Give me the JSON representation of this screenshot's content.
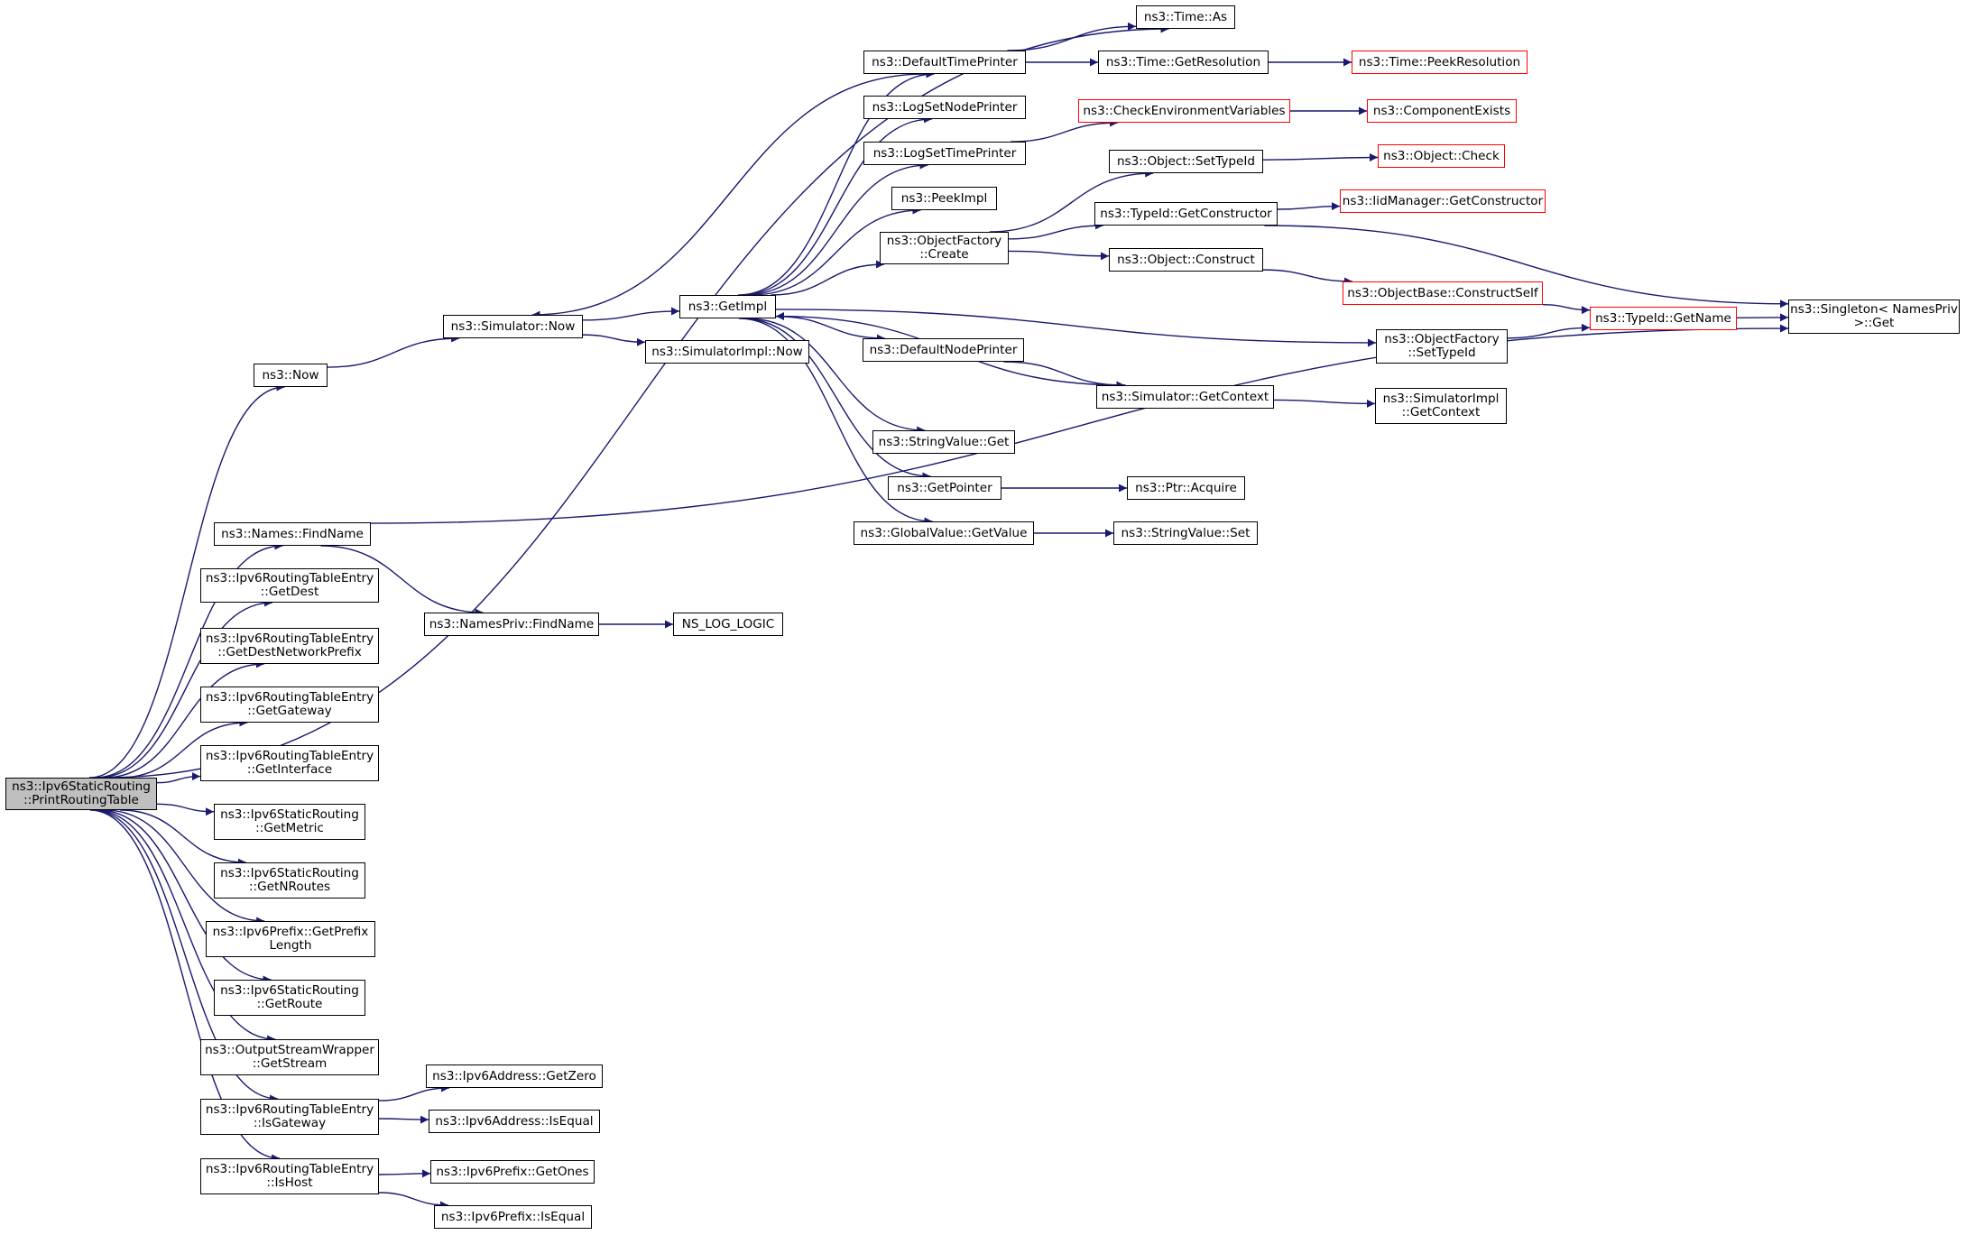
{
  "diagram": {
    "type": "call-graph",
    "colors": {
      "edge": "#191970",
      "border": "#000000",
      "truncated_border": "#ff0000",
      "root_fill": "#bfbfbf",
      "background": "#ffffff"
    },
    "nodes": [
      {
        "id": "root",
        "lines": [
          "ns3::Ipv6StaticRouting",
          "::PrintRoutingTable"
        ],
        "style": "root"
      },
      {
        "id": "time_as",
        "lines": [
          "ns3::Time::As"
        ]
      },
      {
        "id": "now",
        "lines": [
          "ns3::Now"
        ]
      },
      {
        "id": "sim_now",
        "lines": [
          "ns3::Simulator::Now"
        ]
      },
      {
        "id": "getimpl",
        "lines": [
          "ns3::GetImpl"
        ]
      },
      {
        "id": "simimpl_now",
        "lines": [
          "ns3::SimulatorImpl::Now"
        ]
      },
      {
        "id": "default_time_printer",
        "lines": [
          "ns3::DefaultTimePrinter"
        ]
      },
      {
        "id": "time_getres",
        "lines": [
          "ns3::Time::GetResolution"
        ]
      },
      {
        "id": "time_peekres",
        "lines": [
          "ns3::Time::PeekResolution"
        ],
        "style": "red"
      },
      {
        "id": "logsetnode",
        "lines": [
          "ns3::LogSetNodePrinter"
        ]
      },
      {
        "id": "logsettime",
        "lines": [
          "ns3::LogSetTimePrinter"
        ]
      },
      {
        "id": "checkenv",
        "lines": [
          "ns3::CheckEnvironmentVariables"
        ],
        "style": "red"
      },
      {
        "id": "compexists",
        "lines": [
          "ns3::ComponentExists"
        ],
        "style": "red"
      },
      {
        "id": "peekimpl",
        "lines": [
          "ns3::PeekImpl"
        ]
      },
      {
        "id": "objfactory_create",
        "lines": [
          "ns3::ObjectFactory",
          "::Create"
        ]
      },
      {
        "id": "obj_settypeid",
        "lines": [
          "ns3::Object::SetTypeId"
        ]
      },
      {
        "id": "obj_check",
        "lines": [
          "ns3::Object::Check"
        ],
        "style": "red"
      },
      {
        "id": "typeid_getctor",
        "lines": [
          "ns3::TypeId::GetConstructor"
        ]
      },
      {
        "id": "iid_getctor",
        "lines": [
          "ns3::IidManager::GetConstructor"
        ],
        "style": "red"
      },
      {
        "id": "obj_construct",
        "lines": [
          "ns3::Object::Construct"
        ]
      },
      {
        "id": "objbase_cs",
        "lines": [
          "ns3::ObjectBase::ConstructSelf"
        ],
        "style": "red"
      },
      {
        "id": "typeid_getname",
        "lines": [
          "ns3::TypeId::GetName"
        ],
        "style": "red"
      },
      {
        "id": "singleton_get",
        "lines": [
          "ns3::Singleton< NamesPriv",
          ">::Get"
        ]
      },
      {
        "id": "objfactory_settypeid",
        "lines": [
          "ns3::ObjectFactory",
          "::SetTypeId"
        ]
      },
      {
        "id": "default_node_printer",
        "lines": [
          "ns3::DefaultNodePrinter"
        ]
      },
      {
        "id": "sim_getctx",
        "lines": [
          "ns3::Simulator::GetContext"
        ]
      },
      {
        "id": "simimpl_getctx",
        "lines": [
          "ns3::SimulatorImpl",
          "::GetContext"
        ]
      },
      {
        "id": "stringvalue_get",
        "lines": [
          "ns3::StringValue::Get"
        ]
      },
      {
        "id": "getpointer",
        "lines": [
          "ns3::GetPointer"
        ]
      },
      {
        "id": "ptr_acquire",
        "lines": [
          "ns3::Ptr::Acquire"
        ]
      },
      {
        "id": "globalvalue_getvalue",
        "lines": [
          "ns3::GlobalValue::GetValue"
        ]
      },
      {
        "id": "stringvalue_set",
        "lines": [
          "ns3::StringValue::Set"
        ]
      },
      {
        "id": "names_findname",
        "lines": [
          "ns3::Names::FindName"
        ]
      },
      {
        "id": "namespriv_findname",
        "lines": [
          "ns3::NamesPriv::FindName"
        ]
      },
      {
        "id": "ns_log_logic",
        "lines": [
          "NS_LOG_LOGIC"
        ]
      },
      {
        "id": "rte_getdest",
        "lines": [
          "ns3::Ipv6RoutingTableEntry",
          "::GetDest"
        ]
      },
      {
        "id": "rte_getdestnp",
        "lines": [
          "ns3::Ipv6RoutingTableEntry",
          "::GetDestNetworkPrefix"
        ]
      },
      {
        "id": "rte_getgw",
        "lines": [
          "ns3::Ipv6RoutingTableEntry",
          "::GetGateway"
        ]
      },
      {
        "id": "rte_getif",
        "lines": [
          "ns3::Ipv6RoutingTableEntry",
          "::GetInterface"
        ]
      },
      {
        "id": "isr_getmetric",
        "lines": [
          "ns3::Ipv6StaticRouting",
          "::GetMetric"
        ]
      },
      {
        "id": "isr_getnroutes",
        "lines": [
          "ns3::Ipv6StaticRouting",
          "::GetNRoutes"
        ]
      },
      {
        "id": "prefix_getlen",
        "lines": [
          "ns3::Ipv6Prefix::GetPrefix",
          "Length"
        ]
      },
      {
        "id": "isr_getroute",
        "lines": [
          "ns3::Ipv6StaticRouting",
          "::GetRoute"
        ]
      },
      {
        "id": "osw_getstream",
        "lines": [
          "ns3::OutputStreamWrapper",
          "::GetStream"
        ]
      },
      {
        "id": "rte_isgw",
        "lines": [
          "ns3::Ipv6RoutingTableEntry",
          "::IsGateway"
        ]
      },
      {
        "id": "addr_getzero",
        "lines": [
          "ns3::Ipv6Address::GetZero"
        ]
      },
      {
        "id": "addr_isequal",
        "lines": [
          "ns3::Ipv6Address::IsEqual"
        ]
      },
      {
        "id": "rte_ishost",
        "lines": [
          "ns3::Ipv6RoutingTableEntry",
          "::IsHost"
        ]
      },
      {
        "id": "prefix_getones",
        "lines": [
          "ns3::Ipv6Prefix::GetOnes"
        ]
      },
      {
        "id": "prefix_isequal",
        "lines": [
          "ns3::Ipv6Prefix::IsEqual"
        ]
      }
    ],
    "edges": [
      [
        "root",
        "time_as"
      ],
      [
        "root",
        "now"
      ],
      [
        "root",
        "names_findname"
      ],
      [
        "root",
        "rte_getdest"
      ],
      [
        "root",
        "rte_getdestnp"
      ],
      [
        "root",
        "rte_getgw"
      ],
      [
        "root",
        "rte_getif"
      ],
      [
        "root",
        "isr_getmetric"
      ],
      [
        "root",
        "isr_getnroutes"
      ],
      [
        "root",
        "prefix_getlen"
      ],
      [
        "root",
        "isr_getroute"
      ],
      [
        "root",
        "osw_getstream"
      ],
      [
        "root",
        "rte_isgw"
      ],
      [
        "root",
        "rte_ishost"
      ],
      [
        "now",
        "sim_now"
      ],
      [
        "sim_now",
        "getimpl"
      ],
      [
        "sim_now",
        "simimpl_now"
      ],
      [
        "default_time_printer",
        "time_as"
      ],
      [
        "default_time_printer",
        "time_getres"
      ],
      [
        "default_time_printer",
        "sim_now"
      ],
      [
        "time_getres",
        "time_peekres"
      ],
      [
        "logsettime",
        "checkenv"
      ],
      [
        "checkenv",
        "compexists"
      ],
      [
        "getimpl",
        "default_time_printer"
      ],
      [
        "getimpl",
        "logsetnode"
      ],
      [
        "getimpl",
        "logsettime"
      ],
      [
        "getimpl",
        "peekimpl"
      ],
      [
        "getimpl",
        "objfactory_create"
      ],
      [
        "getimpl",
        "objfactory_settypeid"
      ],
      [
        "getimpl",
        "default_node_printer"
      ],
      [
        "getimpl",
        "stringvalue_get"
      ],
      [
        "getimpl",
        "getpointer"
      ],
      [
        "getimpl",
        "globalvalue_getvalue"
      ],
      [
        "objfactory_create",
        "obj_settypeid"
      ],
      [
        "objfactory_create",
        "typeid_getctor"
      ],
      [
        "objfactory_create",
        "obj_construct"
      ],
      [
        "obj_settypeid",
        "obj_check"
      ],
      [
        "typeid_getctor",
        "iid_getctor"
      ],
      [
        "typeid_getctor",
        "singleton_get"
      ],
      [
        "obj_construct",
        "objbase_cs"
      ],
      [
        "objbase_cs",
        "typeid_getname"
      ],
      [
        "typeid_getname",
        "singleton_get"
      ],
      [
        "objfactory_settypeid",
        "typeid_getname"
      ],
      [
        "default_node_printer",
        "sim_getctx"
      ],
      [
        "sim_getctx",
        "getimpl"
      ],
      [
        "sim_getctx",
        "simimpl_getctx"
      ],
      [
        "getpointer",
        "ptr_acquire"
      ],
      [
        "globalvalue_getvalue",
        "stringvalue_set"
      ],
      [
        "names_findname",
        "namespriv_findname"
      ],
      [
        "names_findname",
        "singleton_get"
      ],
      [
        "namespriv_findname",
        "ns_log_logic"
      ],
      [
        "rte_isgw",
        "addr_getzero"
      ],
      [
        "rte_isgw",
        "addr_isequal"
      ],
      [
        "rte_ishost",
        "prefix_getones"
      ],
      [
        "rte_ishost",
        "prefix_isequal"
      ]
    ]
  }
}
